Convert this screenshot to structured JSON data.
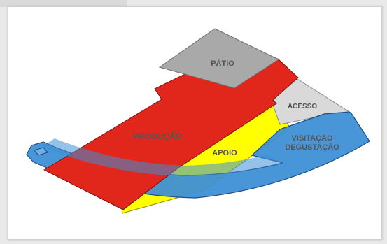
{
  "diagram": {
    "zones": {
      "patio": {
        "label": "PÁTIO",
        "color": "#a9a9a9"
      },
      "acesso": {
        "label": "ACESSO",
        "color": "#d9d9d9"
      },
      "producao": {
        "label": "PRODUÇÃO",
        "color": "#e1261c"
      },
      "apoio": {
        "label": "APOIO",
        "color": "#ffff00"
      },
      "visitacao": {
        "label_line1": "VISITAÇÃO",
        "label_line2": "DEGUSTAÇÃO",
        "color": "#3e8fd6"
      }
    }
  }
}
